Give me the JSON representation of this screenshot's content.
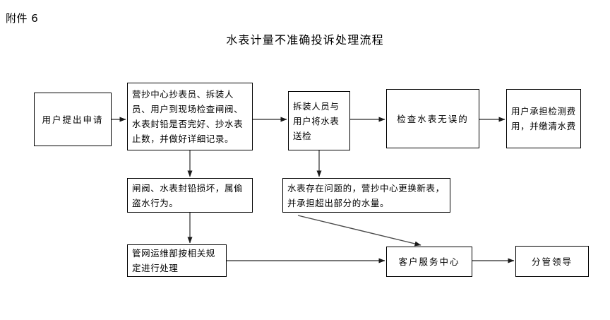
{
  "document": {
    "attachment_label": "附件 6",
    "title": "水表计量不准确投诉处理流程"
  },
  "flow": {
    "nodes": {
      "apply": "用户提出申请",
      "survey": "营抄中心抄表员、拆装人员、用户到现场检查闸阀、水表封铅是否完好、抄水表止数，并做好详细记录。",
      "send": "拆装人员与用户将水表送检",
      "nofault": "检查水表无误的",
      "usercost": "用户承担检测费用，并缴清水费",
      "damage": "闸阀、水表封铅损坏，属偷盗水行为。",
      "replace": "水表存在问题的，营抄中心更换新表，并承担超出部分的水量。",
      "pipeline": "管网运维部按相关规定进行处理",
      "service": "客户服务中心",
      "leader": "分管领导"
    },
    "edges": [
      {
        "from": "apply",
        "to": "survey",
        "kind": "horizontal"
      },
      {
        "from": "survey",
        "to": "send",
        "kind": "horizontal"
      },
      {
        "from": "send",
        "to": "nofault",
        "kind": "horizontal"
      },
      {
        "from": "nofault",
        "to": "usercost",
        "kind": "horizontal"
      },
      {
        "from": "survey",
        "to": "damage",
        "kind": "vertical"
      },
      {
        "from": "send",
        "to": "replace",
        "kind": "vertical"
      },
      {
        "from": "damage",
        "to": "pipeline",
        "kind": "vertical"
      },
      {
        "from": "pipeline",
        "to": "service",
        "kind": "horizontal"
      },
      {
        "from": "replace",
        "to": "service",
        "kind": "diagonal"
      },
      {
        "from": "service",
        "to": "leader",
        "kind": "horizontal"
      }
    ],
    "style": {
      "line_color": "#4a4a4a",
      "border_color": "#000000",
      "background": "#ffffff"
    }
  }
}
